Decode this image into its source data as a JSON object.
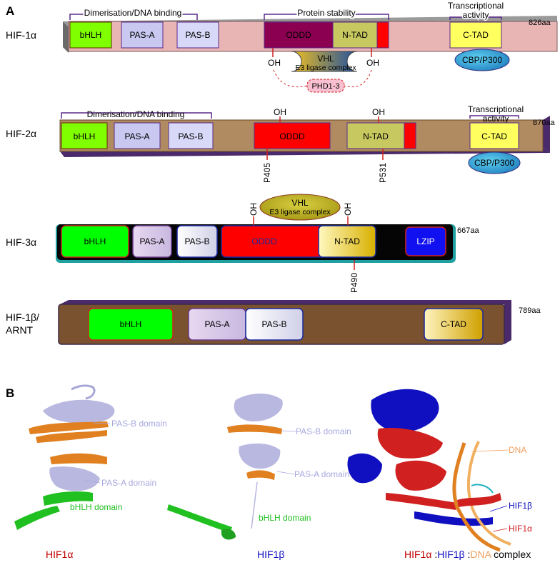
{
  "panels": {
    "a": "A",
    "b": "B"
  },
  "hif1a": {
    "name": "HIF-1α",
    "length": "826aa",
    "region_dimer": "Dimerisation/DNA binding",
    "region_stability": "Protein stability",
    "region_ta_1": "Transcriptional",
    "region_ta_2": "activity",
    "domains": {
      "bhlh": "bHLH",
      "pasa": "PAS-A",
      "pasb": "PAS-B",
      "oddd": "ODDD",
      "ntad": "N-TAD",
      "ctad": "C-TAD"
    },
    "cbp": "CBP/P300",
    "vhl_1": "VHL",
    "vhl_2": "E3 ligase complex",
    "oh_left": "OH",
    "oh_right": "OH",
    "phd": "PHD1-3"
  },
  "hif2a": {
    "name": "HIF-2α",
    "length": "870aa",
    "region_dimer": "Dimerisation/DNA binding",
    "region_ta_1": "Transcriptional",
    "region_ta_2": "activity",
    "domains": {
      "bhlh": "bHLH",
      "pasa": "PAS-A",
      "pasb": "PAS-B",
      "oddd": "ODDD",
      "ntad": "N-TAD",
      "ctad": "C-TAD"
    },
    "cbp": "CBP/P300",
    "oh_1": "OH",
    "oh_2": "OH",
    "site_1": "P405",
    "site_2": "P531"
  },
  "hif3a": {
    "name": "HIF-3α",
    "length": "667aa",
    "domains": {
      "bhlh": "bHLH",
      "pasa": "PAS-A",
      "pasb": "PAS-B",
      "oddd": "ODDD",
      "ntad": "N-TAD",
      "lzip": "LZIP"
    },
    "vhl_1": "VHL",
    "vhl_2": "E3 ligase complex",
    "oh_1": "OH",
    "oh_2": "OH",
    "site": "P490"
  },
  "hif1b": {
    "name_1": "HIF-1β/",
    "name_2": "ARNT",
    "length": "789aa",
    "domains": {
      "bhlh": "bHLH",
      "pasa": "PAS-A",
      "pasb": "PAS-B",
      "ctad": "C-TAD"
    }
  },
  "structures": {
    "s1_pasb": "PAS-B domain",
    "s1_pasa": "PAS-A domain",
    "s1_bhlh": "bHLH domain",
    "s1_caption": "HIF1α",
    "s2_pasb": "PAS-B domain",
    "s2_pasa": "PAS-A domain",
    "s2_bhlh": "bHLH domain",
    "s2_caption": "HIF1β",
    "s3_dna": "DNA",
    "s3_hif1b": "HIF1β",
    "s3_hif1a": "HIF1α",
    "s3_cap_1": "HIF1α",
    "s3_cap_sep1": " :",
    "s3_cap_2": "HIF1β",
    "s3_cap_sep2": " :",
    "s3_cap_3": "DNA",
    "s3_cap_4": " complex"
  },
  "colors": {
    "hif1a_bar": "#e8b4b4",
    "hif2a_bar": "#b08a60",
    "hif3a_bar": "#050505",
    "hif1b_bar": "#7a5230",
    "bhlh": "#80ff00",
    "pas": "#c8c8f0",
    "oddd1": "#8b0050",
    "oddd": "#ff0000",
    "ntad": "#c8c860",
    "ctad": "#ffff60",
    "hif1a_red": "#c00000",
    "hif1b_blue": "#1010c0",
    "dna_orange": "#f0a060",
    "pas_lilac": "#a8a8e0",
    "bhlh_green": "#20c020"
  }
}
